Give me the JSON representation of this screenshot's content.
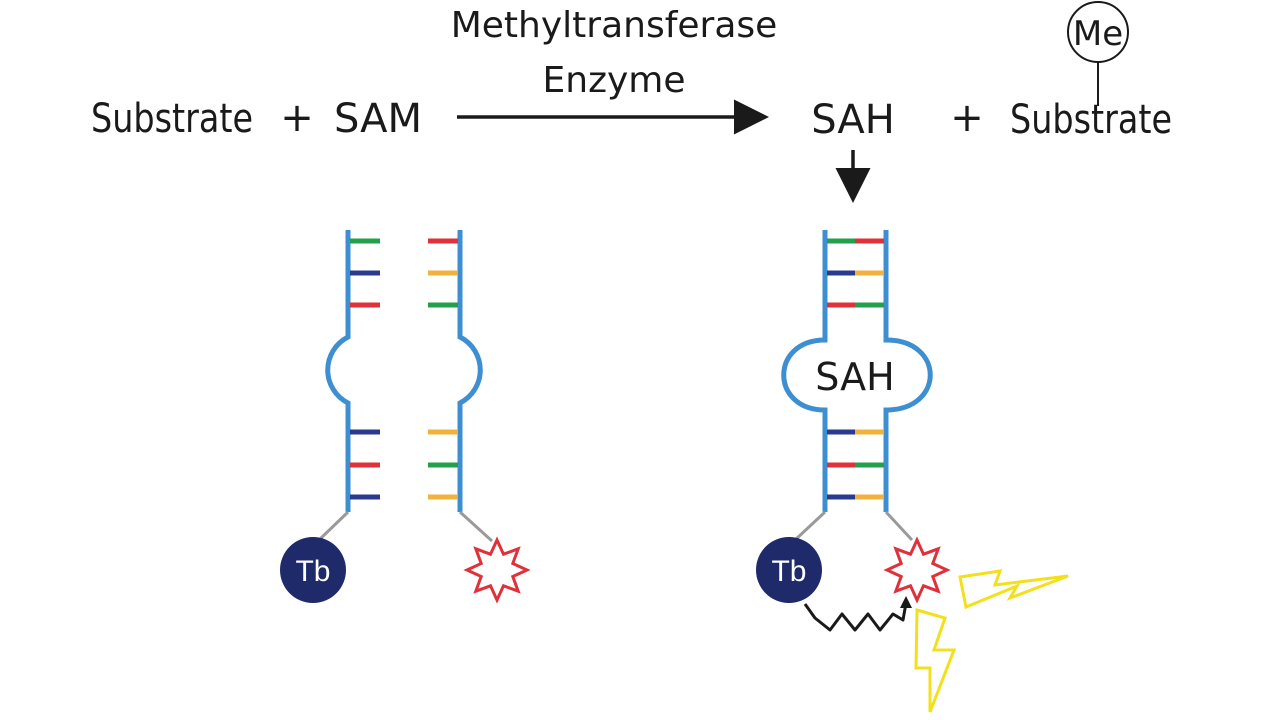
{
  "reaction": {
    "enzyme_line1": "Methyltransferase",
    "enzyme_line2": "Enzyme",
    "reactant_1": "Substrate",
    "plus_1": "+",
    "reactant_2": "SAM",
    "product_1": "SAH",
    "plus_2": "+",
    "product_2": "Substrate",
    "methyl_tag": "Me"
  },
  "aptamer_bound": {
    "ligand_label": "SAH"
  },
  "donor_label": "Tb",
  "colors": {
    "strand": "#3d8fd1",
    "base_green": "#22a04a",
    "base_navy": "#2b3a8f",
    "base_red": "#e0303a",
    "base_orange": "#f0b23c",
    "terbium": "#1f2a6a",
    "acceptor_star": "#e0303a",
    "emission": "#f3e01c",
    "linker": "#9a9a9a",
    "arrow": "#1a1a1a"
  }
}
